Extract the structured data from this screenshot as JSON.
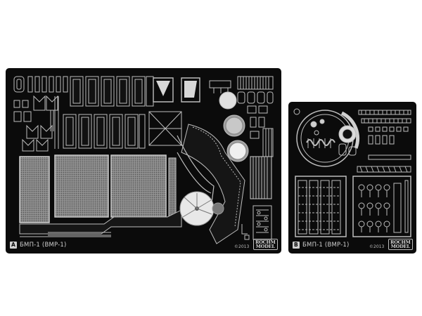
{
  "frets": [
    {
      "letter": "A",
      "title": "БМП-1 (BMP-1)",
      "copyright": "©2013",
      "logo": {
        "line1": "ROCHM",
        "line2": "MODEL"
      }
    },
    {
      "letter": "B",
      "title": "БМП-1 (BMP-1)",
      "copyright": "©2013",
      "logo": {
        "line1": "ROCHM",
        "line2": "MODEL"
      }
    }
  ],
  "colors": {
    "background": "#ffffff",
    "fret": "#0b0b0b",
    "metal": "#bdbdbd",
    "metal_light": "#e6e6e6"
  }
}
